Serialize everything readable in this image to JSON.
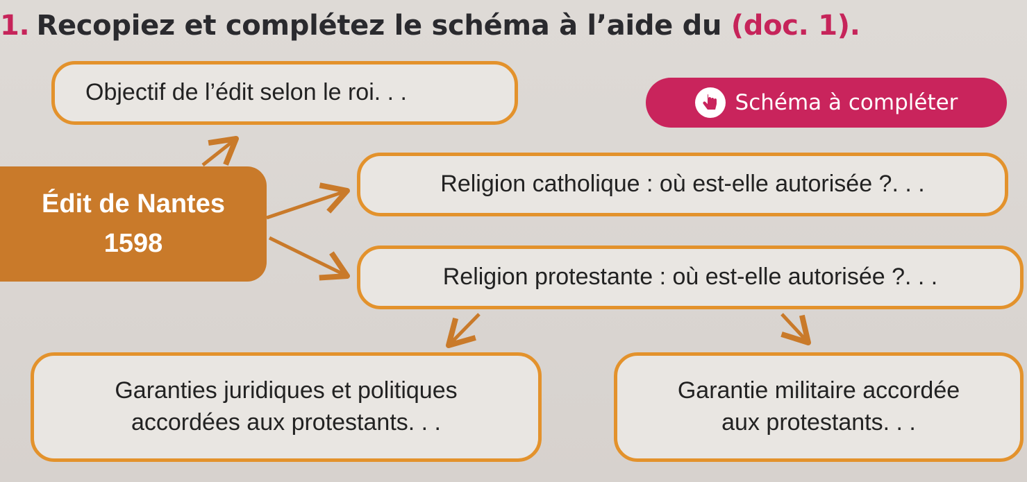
{
  "question": {
    "number": "1.",
    "text": "Recopiez et complétez le schéma à l’aide du",
    "doc_ref": "(doc. 1)."
  },
  "badge": {
    "label": "Schéma à compléter",
    "icon": "hand-pointer-icon"
  },
  "diagram": {
    "objective": "Objectif de l’édit selon le roi. . .",
    "edit_title": "Édit de Nantes",
    "edit_year": "1598",
    "catholic": "Religion catholique : où est-elle autorisée ?. . .",
    "protestant": "Religion protestante : où est-elle autorisée ?. . .",
    "legal_line1": "Garanties juridiques et politiques",
    "legal_line2": "accordées aux protestants. . .",
    "military_line1": "Garantie militaire accordée",
    "military_line2": "aux protestants. . ."
  },
  "colors": {
    "accent_orange": "#e3922c",
    "edit_box_brown": "#c97a2a",
    "badge_pink": "#c9245c",
    "box_fill": "#e9e6e2",
    "arrow_stroke": "#c97a2a"
  }
}
